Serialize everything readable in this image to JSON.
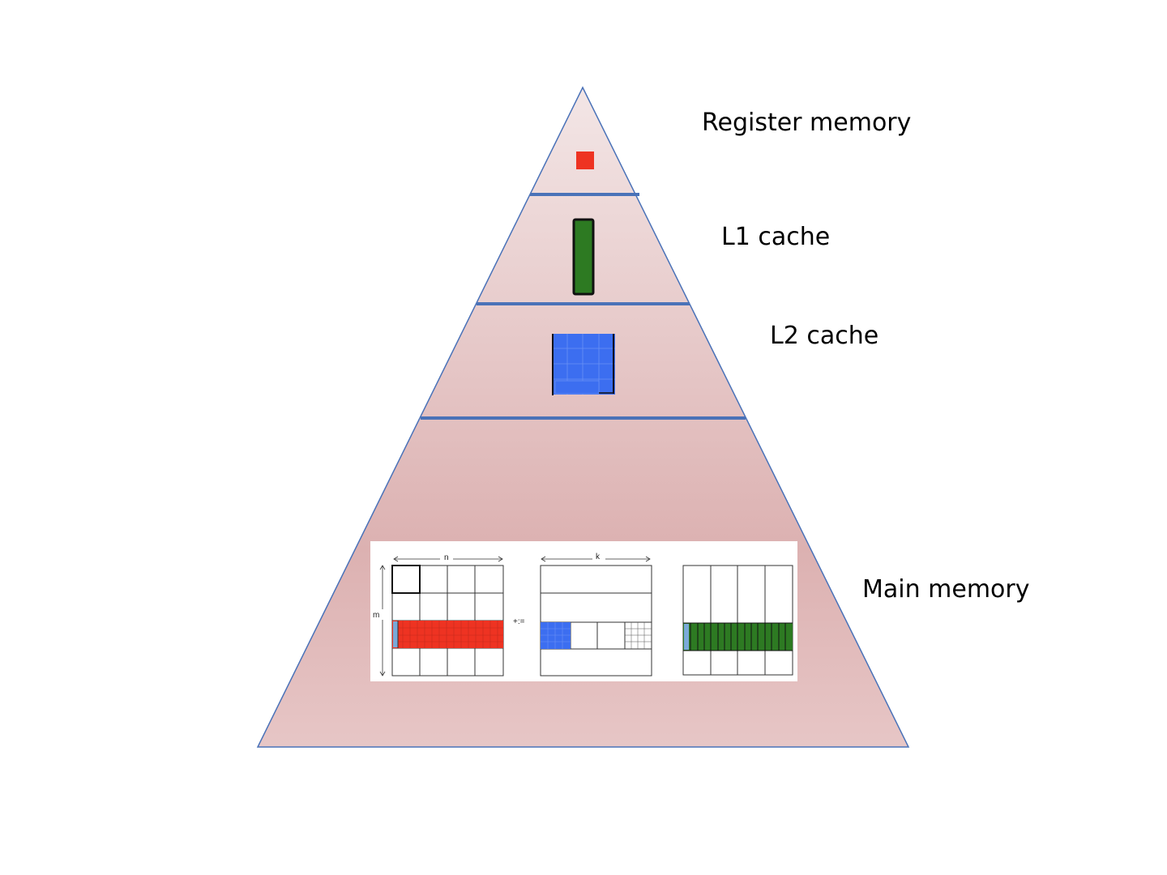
{
  "levels": {
    "register": {
      "label": "Register memory",
      "block_color": "#ee3322"
    },
    "l1": {
      "label": "L1 cache",
      "block_color": "#2d7a22"
    },
    "l2": {
      "label": "L2 cache",
      "block_color": "#3c6ef0"
    },
    "main": {
      "label": "Main memory"
    }
  },
  "matrices": {
    "c": {
      "width_label": "n",
      "height_label": "m",
      "color": "#ee3322"
    },
    "operator": "+:=",
    "a": {
      "width_label": "k",
      "color": "#3c6ef0"
    },
    "b": {
      "color": "#2d7a22"
    }
  },
  "colors": {
    "pyramid_top": "#f3e6e6",
    "pyramid_bottom": "#dcb0b0",
    "pyramid_edge": "#4a72b8",
    "divider": "#4a72b8"
  }
}
